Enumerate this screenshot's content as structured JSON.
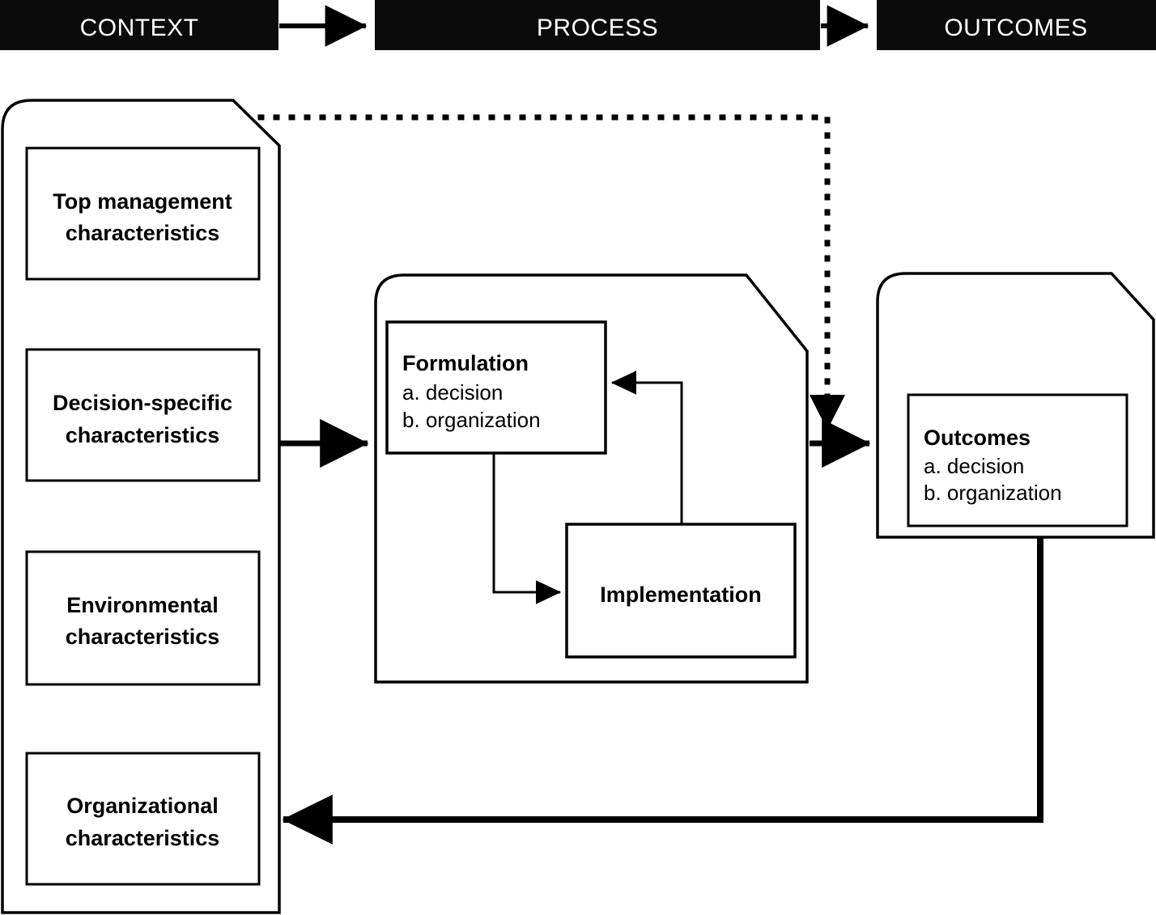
{
  "header": {
    "bands": [
      {
        "label": "CONTEXT"
      },
      {
        "label": "PROCESS"
      },
      {
        "label": "OUTCOMES"
      }
    ],
    "arrows": [
      {
        "name": "context-to-process-header-arrow"
      },
      {
        "name": "process-to-outcomes-header-arrow"
      }
    ]
  },
  "context": {
    "boxes": [
      {
        "line1": "Top management",
        "line2": "characteristics"
      },
      {
        "line1": "Decision-specific",
        "line2": "characteristics"
      },
      {
        "line1": "Environmental",
        "line2": "characteristics"
      },
      {
        "line1": "Organizational",
        "line2": "characteristics"
      }
    ]
  },
  "process": {
    "formulation": {
      "title": "Formulation",
      "items": [
        "a. decision",
        "b. organization"
      ]
    },
    "implementation": {
      "title": "Implementation"
    }
  },
  "outcomes": {
    "box": {
      "title": "Outcomes",
      "items": [
        "a. decision",
        "b. organization"
      ]
    }
  },
  "colors": {
    "band_fill": "#0b0b0b",
    "band_text": "#ffffff",
    "stroke": "#000000",
    "background": "#ffffff"
  }
}
